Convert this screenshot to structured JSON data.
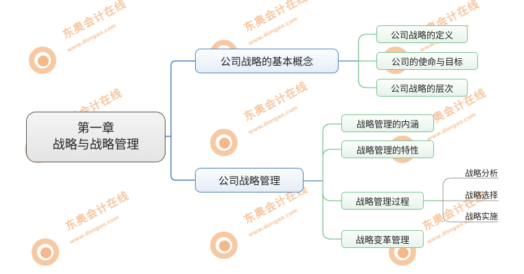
{
  "watermark": {
    "brand": "东奥会计在线",
    "url": "www.dongao.com",
    "color": "#f5b88a"
  },
  "root": {
    "line1": "第一章",
    "line2": "战略与战略管理"
  },
  "branches": [
    {
      "label": "公司战略的基本概念",
      "children": [
        {
          "label": "公司战略的定义"
        },
        {
          "label": "公司的使命与目标"
        },
        {
          "label": "公司战略的层次"
        }
      ]
    },
    {
      "label": "公司战略管理",
      "children": [
        {
          "label": "战略管理的内涵"
        },
        {
          "label": "战略管理的特性"
        },
        {
          "label": "战略管理过程",
          "children": [
            {
              "label": "战略分析"
            },
            {
              "label": "战略选择"
            },
            {
              "label": "战略实施"
            }
          ]
        },
        {
          "label": "战略变革管理"
        }
      ]
    }
  ],
  "colors": {
    "level1_border": "#4f81bd",
    "level2_border": "#7ac38f",
    "root_border": "#555555",
    "leaf_line": "#999999"
  }
}
